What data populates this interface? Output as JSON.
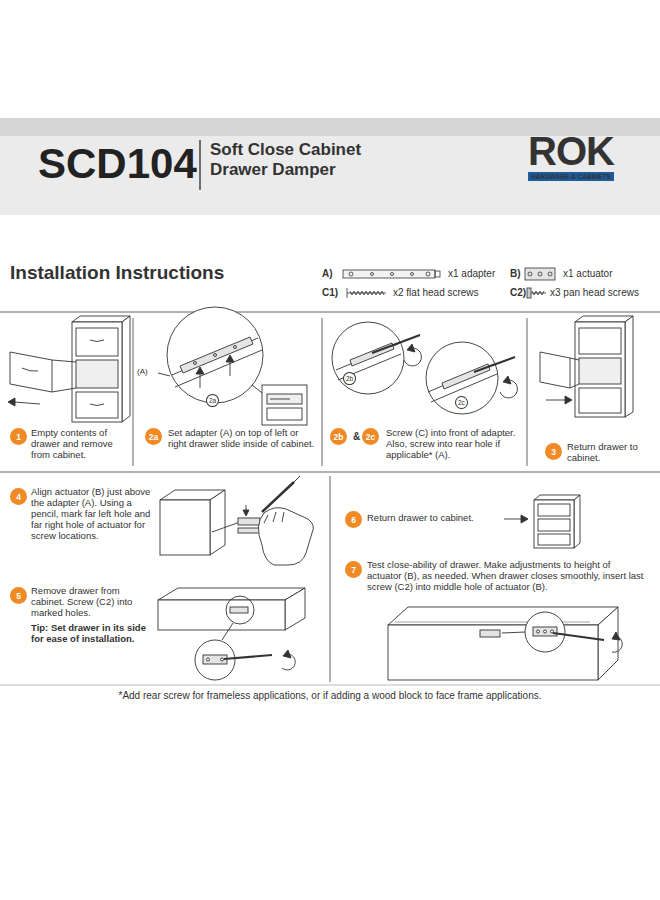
{
  "diagram": {
    "title": "SCD104",
    "caption": "*Add rear screw for frameless applications, or if adding a wood block to face frame applications.",
    "nodes": [
      {
        "text": [
          "Empty contents of drawer and remove from cabinet."
        ]
      },
      {
        "text": [
          "1"
        ],
        "in": 0
      },
      {
        "text": [
          "Set adapter (A) on top of left or right drawer slide inside of cabinet."
        ]
      },
      {
        "text": [
          "2a"
        ],
        "in": 2
      },
      {
        "text": [
          "Screw (C) into front of adapter. Also, screw into rear hole if applicable* (A)."
        ]
      },
      {
        "text": [
          "2b"
        ],
        "in": 4
      },
      {
        "text": [
          "2c"
        ],
        "in": 4
      },
      {
        "text": [
          "Return drawer to cabinet."
        ]
      },
      {
        "text": [
          "3"
        ],
        "in": 7
      },
      {
        "text": [
          "Align actuator (B) just above the adapter (A). Using a pencil, mark far left hole and far right hole of actuator for screw locations."
        ]
      },
      {
        "text": [
          "4"
        ],
        "in": 9
      },
      {
        "text": [
          "Remove drawer from cabinet. Screw (C2) into marked holes.",
          "Tip: Set drawer in its side for ease of installation."
        ]
      },
      {
        "text": [
          "5"
        ],
        "in": 11
      },
      {
        "text": [
          "Return drawer to cabinet."
        ]
      },
      {
        "text": [
          "6"
        ],
        "in": 13
      },
      {
        "text": [
          "Test close-ability of drawer. Make adjustments to height of actuator (B), as needed. When drawer closes smoothly, insert last screw (C2) into middle hole of actuator (B)."
        ]
      },
      {
        "text": [
          "7"
        ],
        "in": 15
      }
    ],
    "labels": [
      "Soft Close Cabinet Drawer Damper",
      "ROK",
      "HARDWARE & CABINETS",
      "Installation Instructions",
      "A)",
      "x1 adapter",
      "B)",
      "x1 actuator",
      "C1)",
      "x2 flat head screws",
      "C2)",
      "x3 pan head screws",
      "(A)",
      "2b",
      "2c",
      "&",
      "2a"
    ]
  }
}
